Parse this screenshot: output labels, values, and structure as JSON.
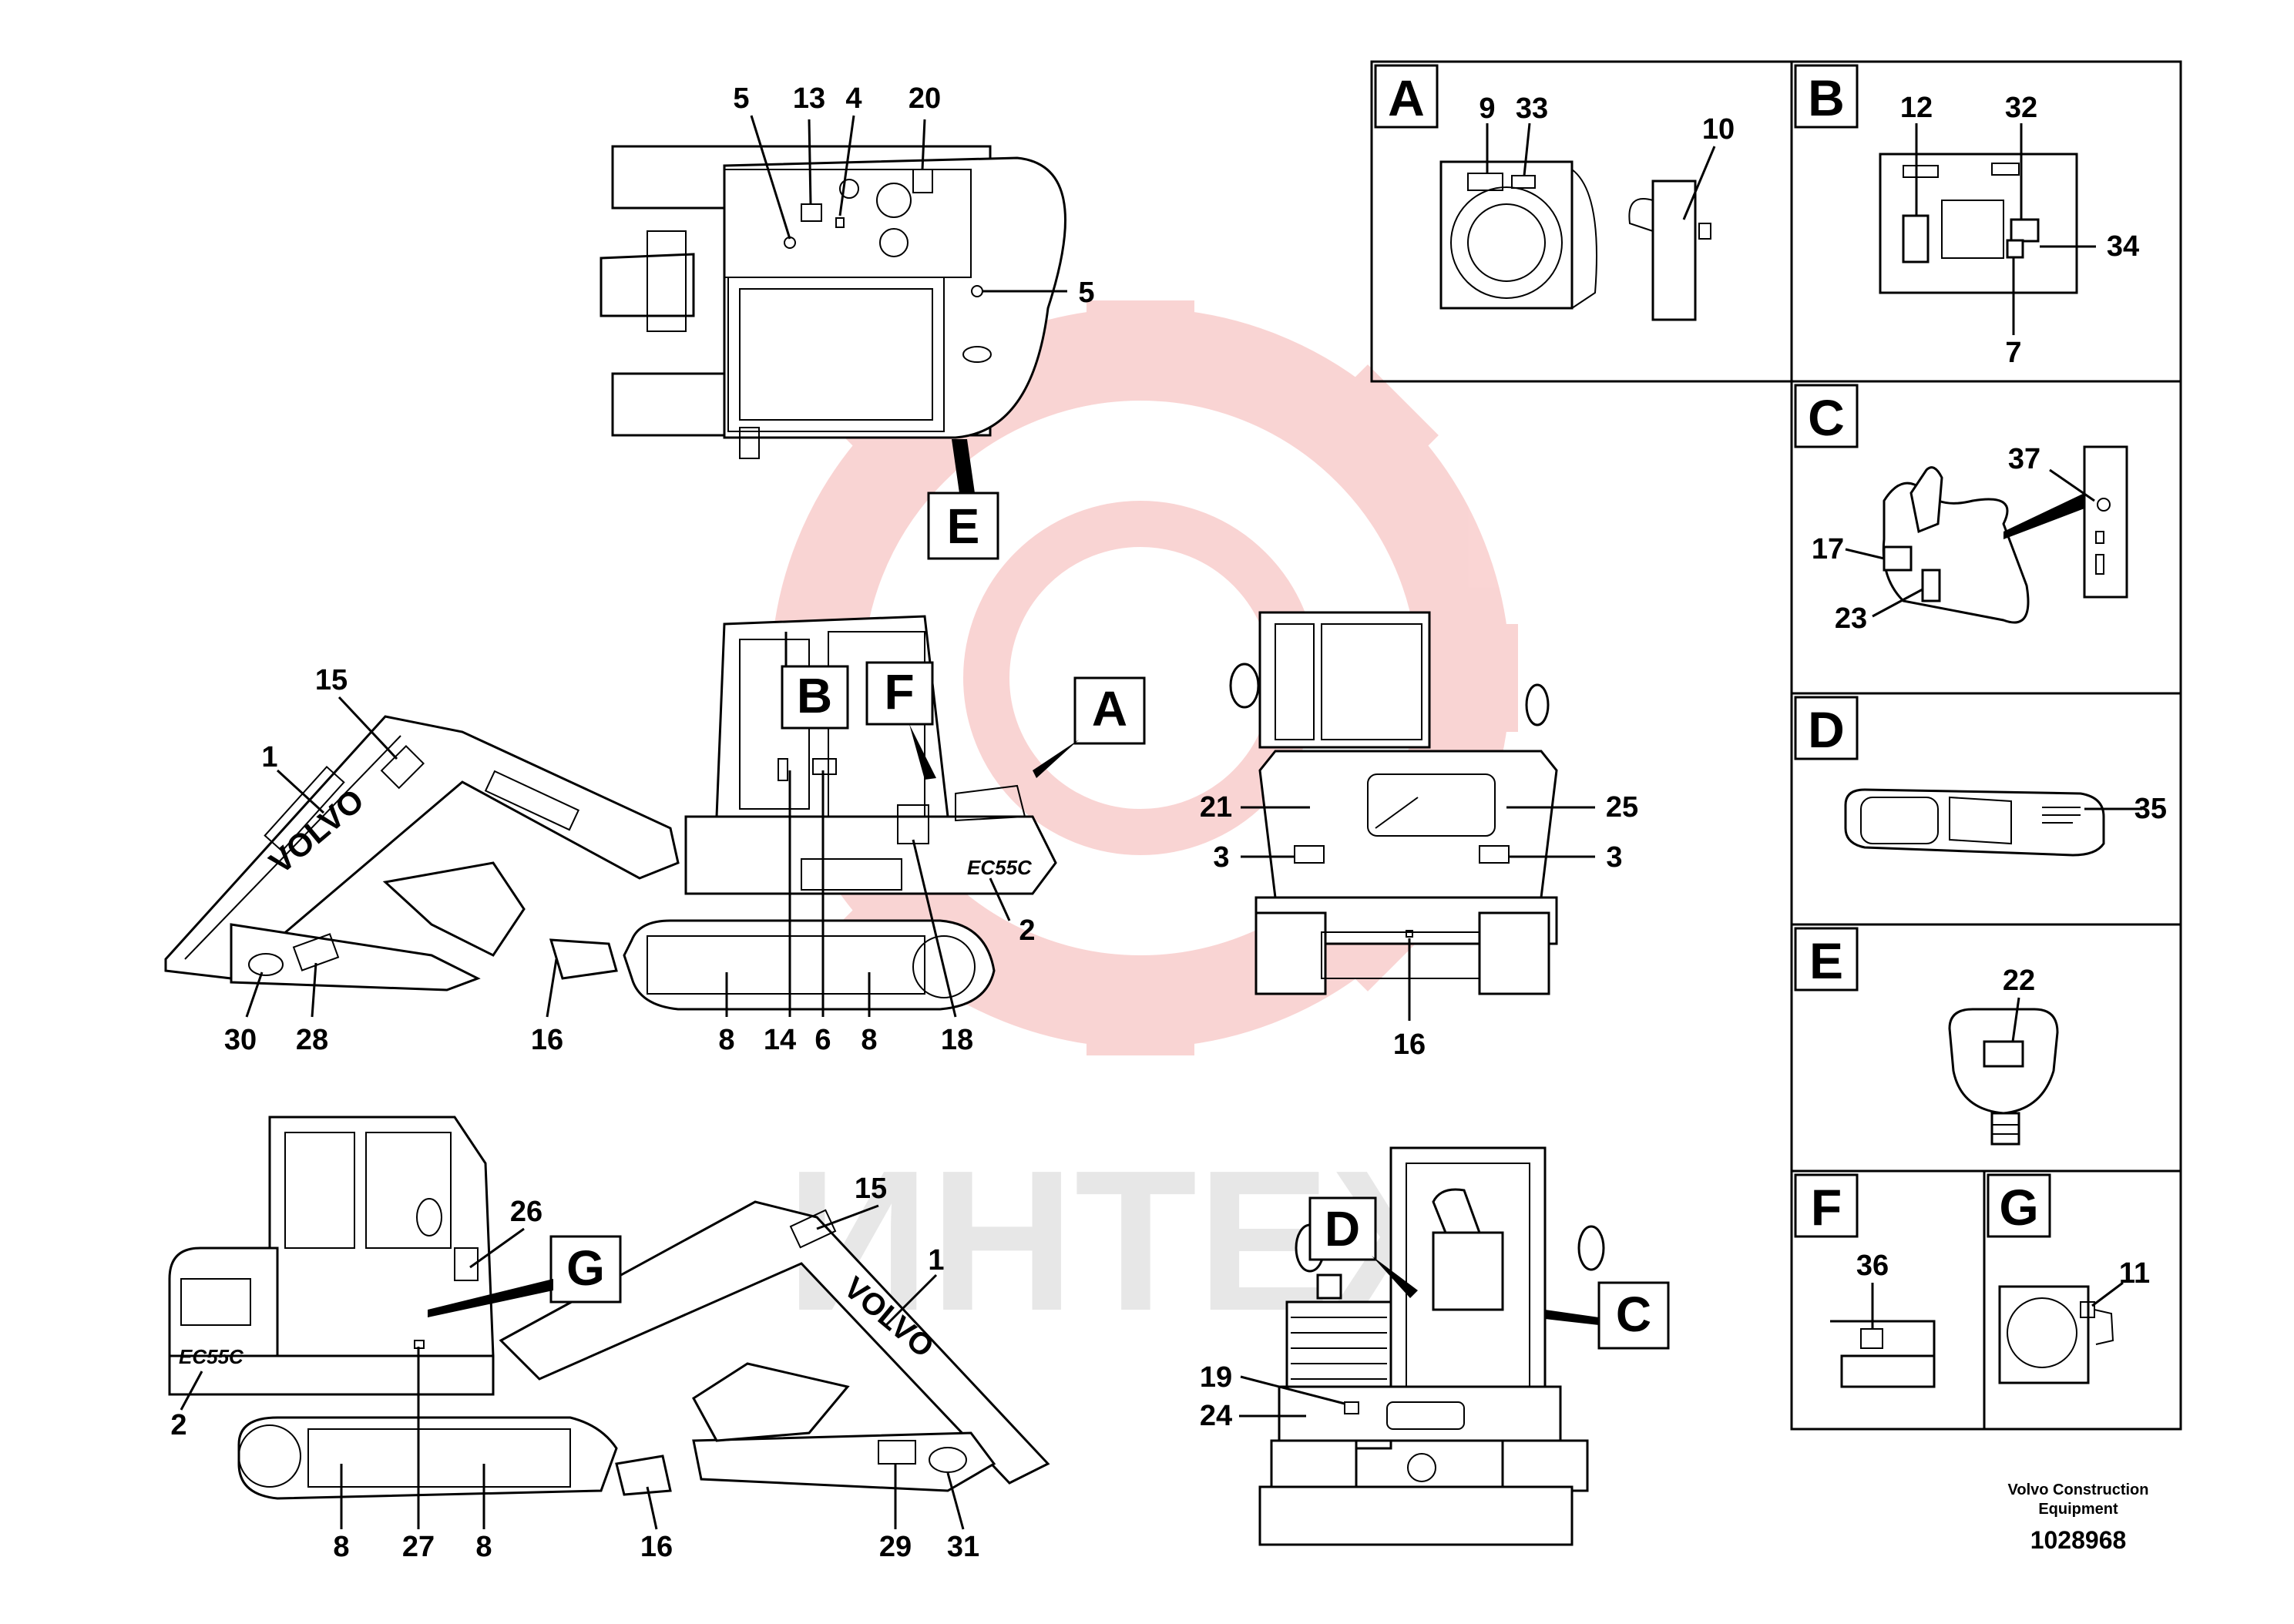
{
  "watermark": {
    "text": "ИНТЕХ",
    "color": "#e8413c"
  },
  "top_view": {
    "callouts": [
      "5",
      "13",
      "4",
      "20",
      "5"
    ],
    "view_label": "E"
  },
  "side_left_view": {
    "callouts": [
      "15",
      "1",
      "30",
      "28",
      "16",
      "8",
      "14",
      "6",
      "8",
      "18",
      "2"
    ],
    "view_labels": [
      "B",
      "F",
      "A"
    ],
    "boom_brand": "VOLVO",
    "model_text": "EC55C"
  },
  "rear_view": {
    "callouts": [
      "21",
      "25",
      "3",
      "3",
      "16"
    ]
  },
  "side_right_view": {
    "callouts": [
      "26",
      "15",
      "1",
      "2",
      "8",
      "27",
      "8",
      "16",
      "29",
      "31"
    ],
    "view_label": "G",
    "boom_brand": "VOLVO",
    "model_text": "EC55C"
  },
  "front_view": {
    "callouts": [
      "19",
      "24"
    ],
    "view_labels": [
      "D",
      "C"
    ]
  },
  "detail_panels": [
    {
      "id": "A",
      "callouts": [
        "9",
        "33",
        "10"
      ]
    },
    {
      "id": "B",
      "callouts": [
        "12",
        "32",
        "34",
        "7"
      ]
    },
    {
      "id": "C",
      "callouts": [
        "37",
        "17",
        "23"
      ]
    },
    {
      "id": "D",
      "callouts": [
        "35"
      ]
    },
    {
      "id": "E",
      "callouts": [
        "22"
      ]
    },
    {
      "id": "F",
      "callouts": [
        "36"
      ]
    },
    {
      "id": "G",
      "callouts": [
        "11"
      ]
    }
  ],
  "footer": {
    "line1": "Volvo Construction",
    "line2": "Equipment",
    "doc_number": "1028968"
  }
}
